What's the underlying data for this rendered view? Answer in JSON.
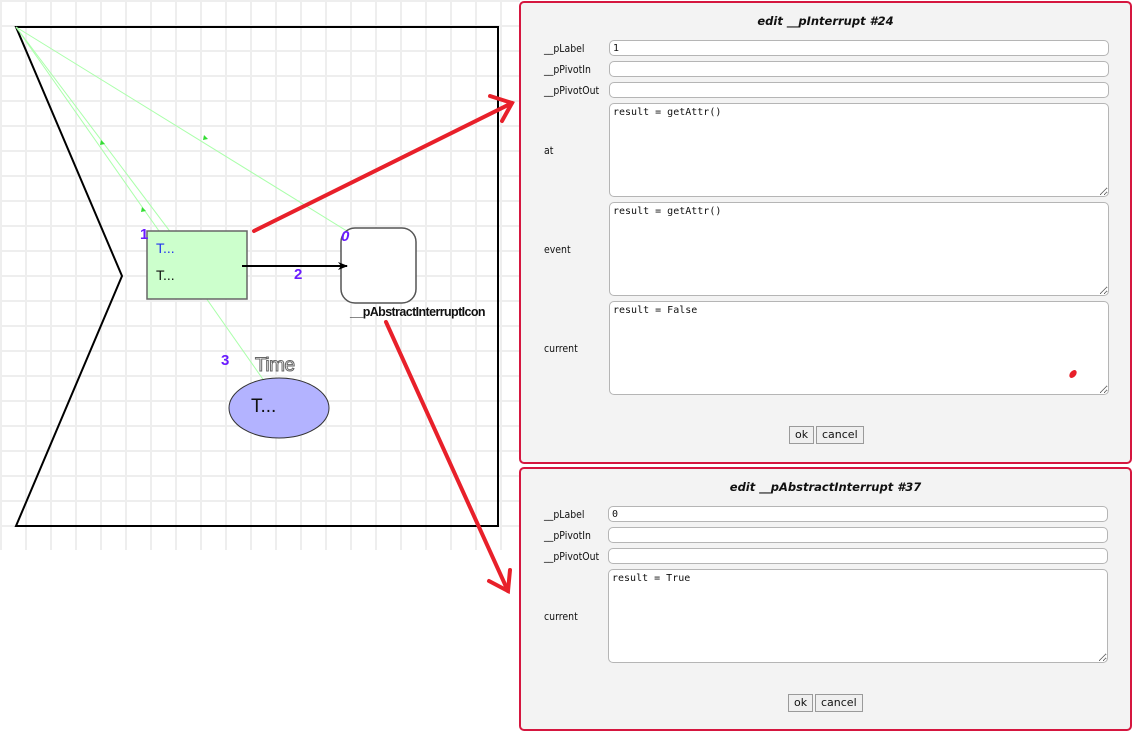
{
  "canvas": {
    "nodes": {
      "interrupt": {
        "line1": "T...",
        "line2": "T...",
        "label_number": "1",
        "fill": "#ccffcc"
      },
      "abstract_interrupt": {
        "caption": "__pAbstractInterruptIcon",
        "label_number": "0"
      },
      "time_node": {
        "title": "Time",
        "text": "T...",
        "label_number": "3",
        "fill": "#b3b3ff"
      },
      "edge": {
        "label_number": "2"
      }
    },
    "colors": {
      "annotation_arrow": "#e8202a",
      "number_label": "#6a1bff",
      "link_line": "#99ff99",
      "grid": "#eeeeee"
    }
  },
  "dialogs": [
    {
      "title": "edit __pInterrupt #24",
      "fields": [
        {
          "label": "__pLabel",
          "value": "1"
        },
        {
          "label": "__pPivotIn",
          "value": ""
        },
        {
          "label": "__pPivotOut",
          "value": ""
        }
      ],
      "areas": [
        {
          "label": "at",
          "value": "result = getAttr()"
        },
        {
          "label": "event",
          "value": "result = getAttr()"
        },
        {
          "label": "current",
          "value": "result = False"
        }
      ],
      "ok_label": "ok",
      "cancel_label": "cancel"
    },
    {
      "title": "edit __pAbstractInterrupt #37",
      "fields": [
        {
          "label": "__pLabel",
          "value": "0"
        },
        {
          "label": "__pPivotIn",
          "value": ""
        },
        {
          "label": "__pPivotOut",
          "value": ""
        }
      ],
      "areas": [
        {
          "label": "current",
          "value": "result = True"
        }
      ],
      "ok_label": "ok",
      "cancel_label": "cancel"
    }
  ],
  "accent_color": "#d5163f"
}
